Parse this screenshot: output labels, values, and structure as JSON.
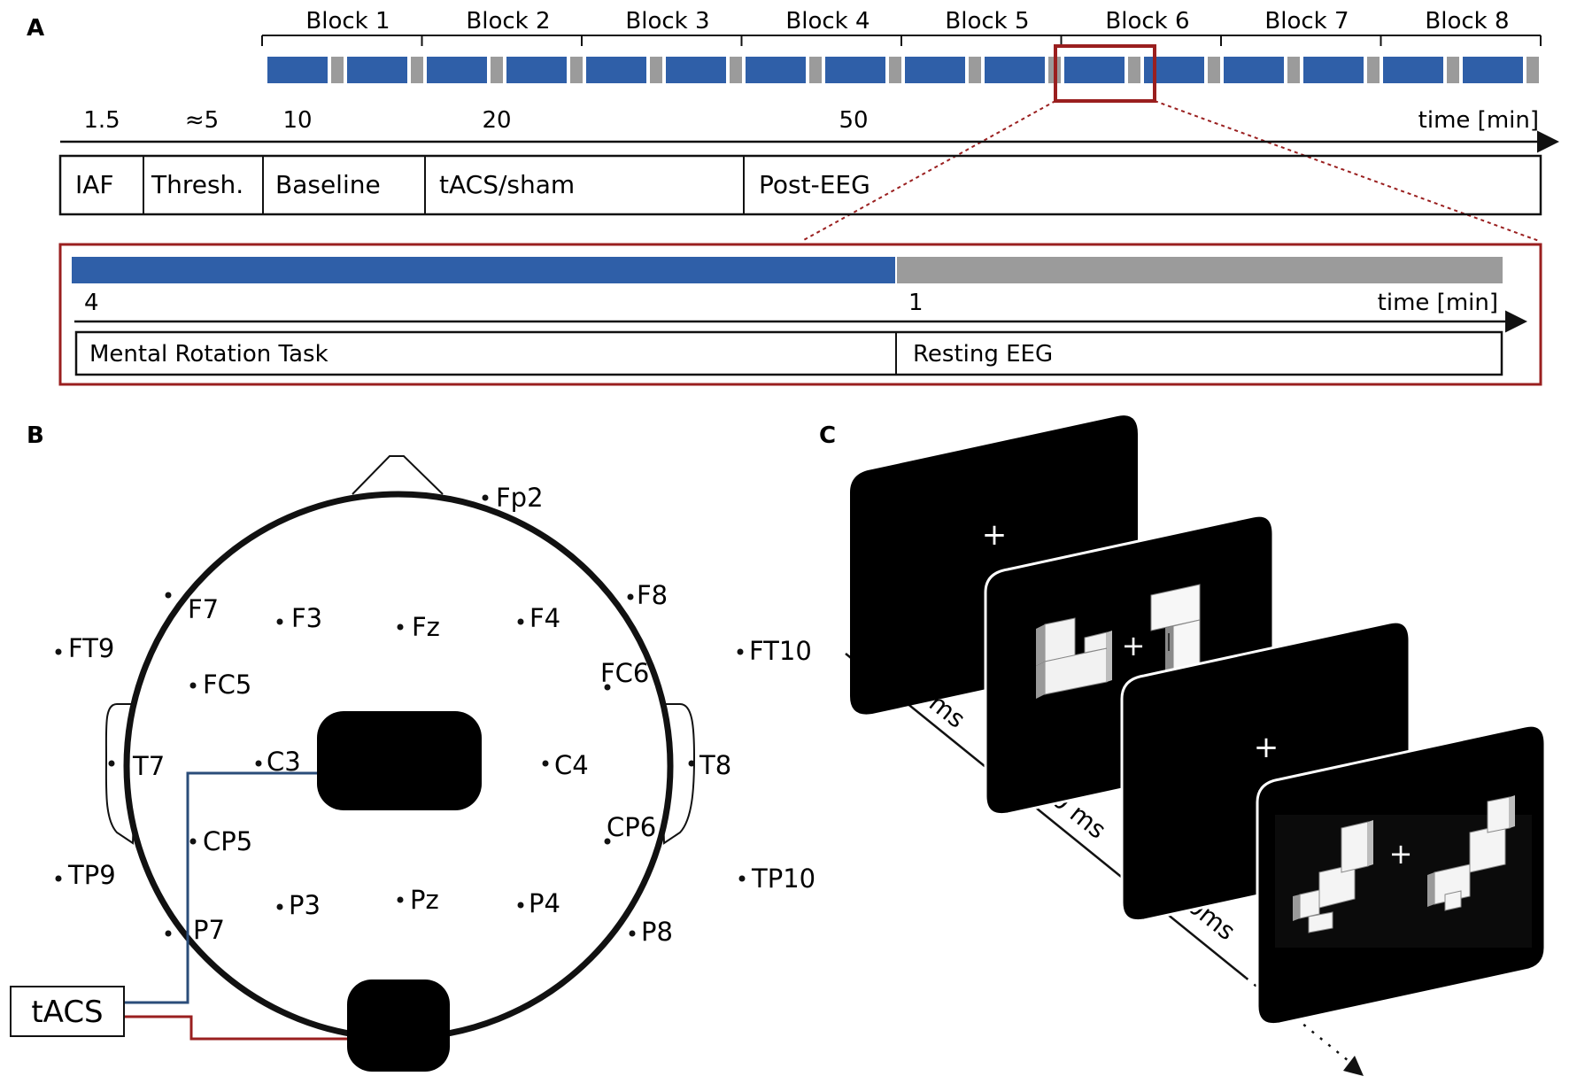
{
  "panels": {
    "a": "A",
    "b": "B",
    "c": "C"
  },
  "colors": {
    "task": "#2f5fa8",
    "rest": "#9b9b9b",
    "zoom": "#9a1f1f",
    "tacs_wire_blue": "#2b4d7a",
    "tacs_wire_red": "#9a1f1f"
  },
  "panel_a": {
    "blocks": [
      "Block 1",
      "Block 2",
      "Block 3",
      "Block 4",
      "Block 5",
      "Block 6",
      "Block 7",
      "Block 8"
    ],
    "timeline_ticks": [
      "1.5",
      "≈5",
      "10",
      "20",
      "50"
    ],
    "time_label": "time [min]",
    "phases": [
      "IAF",
      "Thresh.",
      "Baseline",
      "tACS/sham",
      "Post-EEG"
    ],
    "zoom": {
      "durations": [
        "4",
        "1"
      ],
      "time_label": "time [min]",
      "segments": [
        "Mental Rotation Task",
        "Resting EEG"
      ]
    }
  },
  "panel_b": {
    "electrodes": [
      "Fp2",
      "F7",
      "F3",
      "Fz",
      "F4",
      "F8",
      "FT9",
      "FT10",
      "FC5",
      "FC6",
      "T7",
      "C3",
      "C4",
      "T8",
      "CP5",
      "CP6",
      "TP9",
      "TP10",
      "P3",
      "Pz",
      "P4",
      "P7",
      "P8"
    ],
    "stimulator": "tACS"
  },
  "panel_c": {
    "durations": [
      "3000 ms",
      "7000 ms",
      "3000ms"
    ],
    "fixation": "+"
  }
}
